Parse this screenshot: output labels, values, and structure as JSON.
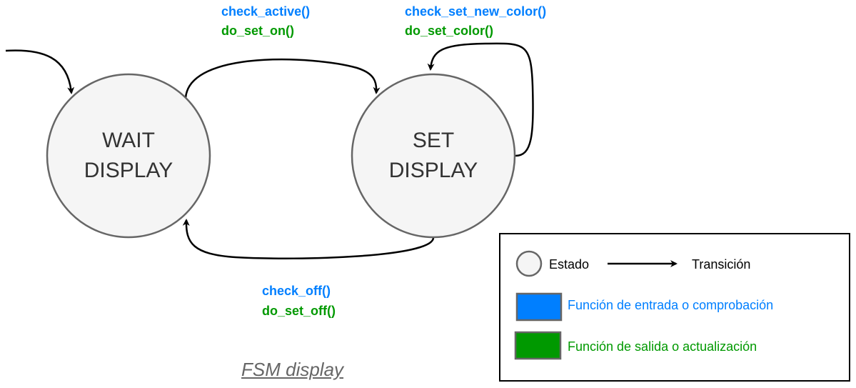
{
  "diagram": {
    "caption": "FSM display",
    "states": [
      {
        "id": "wait",
        "line1": "WAIT",
        "line2": "DISPLAY"
      },
      {
        "id": "set",
        "line1": "SET",
        "line2": "DISPLAY"
      }
    ],
    "transitions": [
      {
        "from": "initial",
        "to": "wait",
        "check": "",
        "action": ""
      },
      {
        "from": "wait",
        "to": "set",
        "check": "check_active()",
        "action": "do_set_on()"
      },
      {
        "from": "set",
        "to": "set",
        "check": "check_set_new_color()",
        "action": "do_set_color()"
      },
      {
        "from": "set",
        "to": "wait",
        "check": "check_off()",
        "action": "do_set_off()"
      }
    ],
    "colors": {
      "check": "#007fff",
      "action": "#009900",
      "state_fill": "#f5f5f5",
      "state_stroke": "#666666"
    }
  },
  "legend": {
    "state_label": "Estado",
    "transition_label": "Transición",
    "check_label": "Función de entrada o comprobación",
    "action_label": "Función de salida o actualización"
  }
}
